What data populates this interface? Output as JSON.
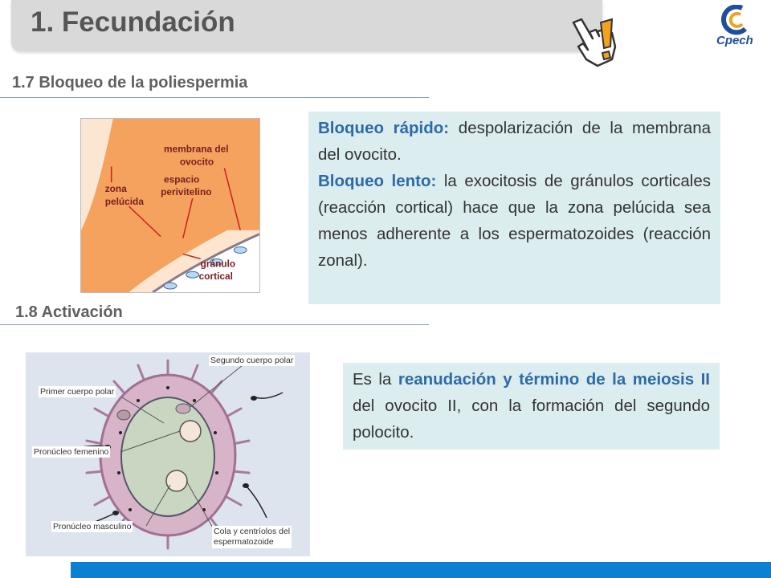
{
  "title": "1. Fecundación",
  "logo": {
    "text": "Cpech",
    "colors": {
      "blue": "#1f4e9c",
      "orange": "#f3a21b"
    }
  },
  "hand_icon": "pointing-hand-with-exclamation-icon",
  "section_1": {
    "heading": "1.7 Bloqueo de la poliespermia",
    "figure_labels": {
      "membrane": [
        "membrana del",
        "ovocito"
      ],
      "perivitelline": [
        "espacio",
        "perivitelino"
      ],
      "zona": [
        "zona",
        "pelúcida"
      ],
      "granule": [
        "gránulo",
        "cortical"
      ]
    },
    "fast_block_term": "Bloqueo rápido:",
    "fast_block_text": " despolarización de la membrana del ovocito.",
    "slow_block_term": "Bloqueo lento:",
    "slow_block_text": " la exocitosis de gránulos corticales (reacción cortical) hace que la zona pelúcida sea menos adherente a los espermatozoides (reacción zonal)."
  },
  "section_2": {
    "heading": "1.8 Activación",
    "figure_labels": {
      "second_polar_body": "Segundo cuerpo polar",
      "first_polar_body": "Primer cuerpo polar",
      "female_pronucleus": "Pronúcleo femenino",
      "male_pronucleus": "Pronúcleo masculino",
      "tail_centrioles": [
        "Cola y centríolos del",
        "espermatozoide"
      ]
    },
    "text_before": "Es la ",
    "highlight": "reanudación y término de la meiosis II",
    "text_after": " del ovocito II, con la formación del segundo polocito."
  },
  "colors": {
    "title_bar": "#d9d9d9",
    "heading": "#5f6060",
    "highlight": "#2d6aa8",
    "box_bg": "#dcedf0",
    "bottom_bar": "#0b7fd0"
  }
}
